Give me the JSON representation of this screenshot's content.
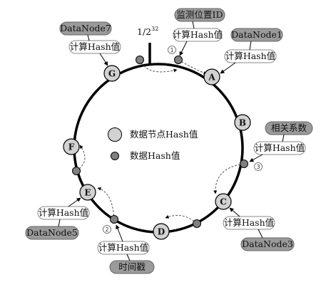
{
  "ring": {
    "label_base": "1/2",
    "label_exp": "32"
  },
  "legend": {
    "node_hash": "数据节点Hash值",
    "data_hash": "数据Hash值"
  },
  "nodes": {
    "A": "A",
    "B": "B",
    "C": "C",
    "D": "D",
    "E": "E",
    "F": "F",
    "G": "G"
  },
  "steps": {
    "s1": "1",
    "s2": "2",
    "s3": "3"
  },
  "tags": {
    "monitor_id": "监测位置ID",
    "datanode7": "DataNode7",
    "datanode1": "DataNode1",
    "related_coef": "相关系数",
    "datanode5": "DataNode5",
    "datanode3": "DataNode3",
    "timestamp": "时间戳"
  },
  "hash_labels": {
    "monitor": "计算Hash值",
    "datanode7": "计算Hash值",
    "datanode1": "计算Hash值",
    "related": "计算Hash值",
    "datanode5": "计算Hash值",
    "datanode3": "计算Hash值",
    "timestamp": "计算Hash值"
  },
  "colors": {
    "dark_tag": "#9a9a9a",
    "node_fill": "#d2d2d2",
    "data_fill": "#808080",
    "hash_box": "#ffffff"
  }
}
